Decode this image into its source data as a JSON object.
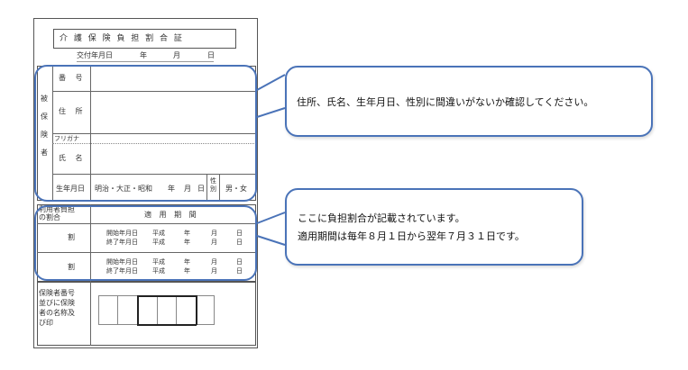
{
  "card": {
    "title": "介 護 保 険 負 担 割 合 証",
    "issue_label": "交付年月日",
    "issue_year": "年",
    "issue_month": "月",
    "issue_day": "日",
    "insured_label": [
      "被",
      "保",
      "険",
      "者"
    ],
    "number_label": "番 号",
    "address_label": "住 所",
    "furigana_label": "フリガナ",
    "name_label": "氏 名",
    "birth_label": "生年月日",
    "birth_eras": "明治・大正・昭和",
    "birth_year": "年",
    "birth_month": "月",
    "birth_day": "日",
    "sex_label": "性別",
    "sex_values": "男・女",
    "ratio_label_1": "利用者負担",
    "ratio_label_2": "の割合",
    "period_header": "適 用 期 間",
    "rows": [
      {
        "ratio": "割",
        "start": "開始年月日",
        "end": "終了年月日",
        "era": "平成",
        "year": "年",
        "month": "月",
        "day": "日"
      },
      {
        "ratio": "割",
        "start": "開始年月日",
        "end": "終了年月日",
        "era": "平成",
        "year": "年",
        "month": "月",
        "day": "日"
      }
    ],
    "insurer_label": [
      "保険者番号",
      "並びに保険",
      "者の名称及",
      "び印"
    ]
  },
  "callouts": [
    {
      "lines": [
        "住所、氏名、生年月日、性別に間違いがないか確認してください。"
      ]
    },
    {
      "lines": [
        "ここに負担割合が記載されています。",
        "適用期間は毎年８月１日から翌年７月３１日です。"
      ]
    }
  ],
  "colors": {
    "accent": "#4a73b8"
  }
}
